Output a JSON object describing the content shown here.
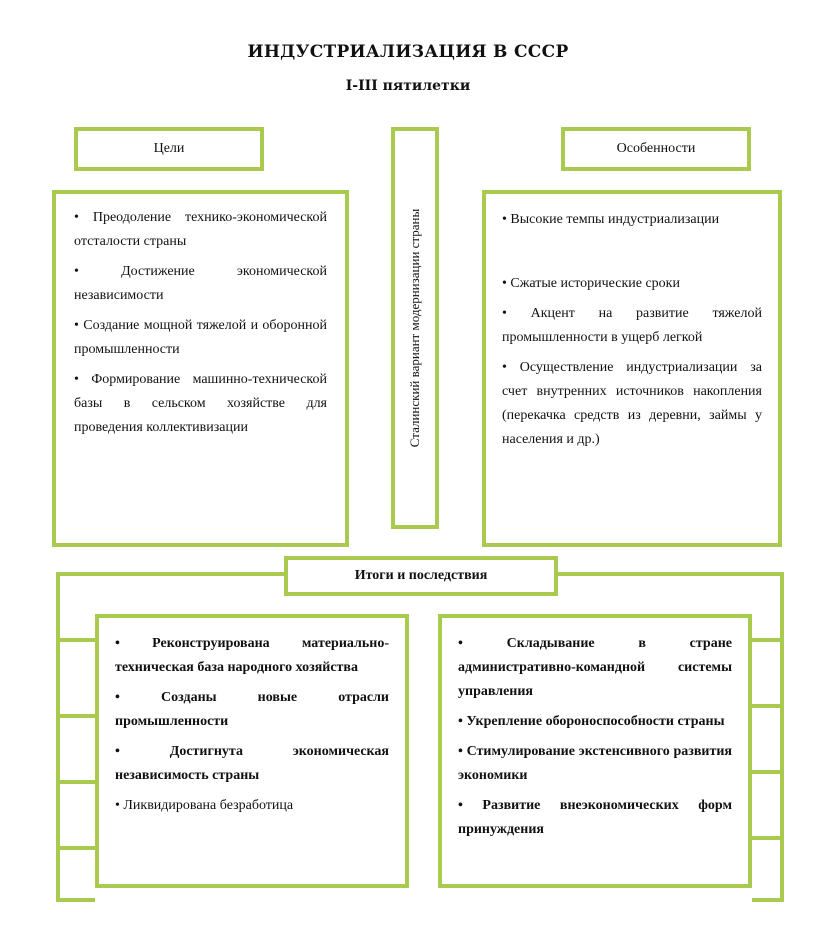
{
  "title": "ИНДУСТРИАЛИЗАЦИЯ В СССР",
  "subtitle": "I-III пятилетки",
  "vertical_label": "Сталинский вариант модернизации страны",
  "goals": {
    "label": "Цели",
    "items": [
      "Преодоление технико-экономической отсталости страны",
      "Достижение экономической независимости",
      "Создание мощной тяжелой и оборонной промышленности",
      "Формирование машинно-технической базы в сельском хозяйстве для проведения коллективизации"
    ]
  },
  "features": {
    "label": "Особенности",
    "items": [
      "Высокие темпы индустриализации",
      "Сжатые исторические сроки",
      "Акцент на развитие тяжелой промышленности в ущерб легкой",
      "Осуществление индустриализации за счет внутренних источников накопления (перекачка средств из деревни, займы у населения и др.)"
    ]
  },
  "results": {
    "label": "Итоги и последствия",
    "left_items": [
      "Реконструирована материально-техническая база народного хозяйства",
      "Созданы новые отрасли промышленности",
      "Достигнута экономическая независимость страны",
      "Ликвидирована безработица"
    ],
    "right_items": [
      "Складывание в стране административно-командной системы управления",
      "Укрепление обороноспособности страны",
      "Стимулирование экстенсивного развития экономики",
      "Развитие внеэкономических форм принуждения"
    ]
  }
}
